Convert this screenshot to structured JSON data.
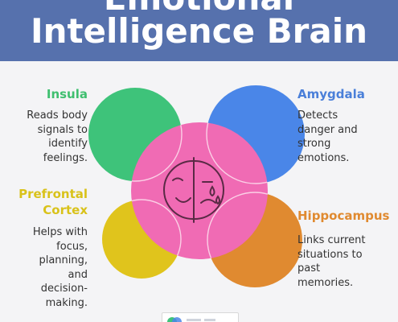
{
  "title": {
    "line1": "Emotional",
    "line2": "Intelligence Brain"
  },
  "regions": {
    "insula": {
      "label": "Insula",
      "description": "Reads body\nsignals to\nidentify\nfeelings.",
      "color": "#3ec37a"
    },
    "amygdala": {
      "label": "Amygdala",
      "description": "Detects\ndanger and\nstrong\nemotions.",
      "color": "#4a86e8"
    },
    "prefrontal": {
      "label_line1": "Prefrontal",
      "label_line2": "Cortex",
      "description": "Helps with\nfocus,\nplanning,\nand\ndecision-\nmaking.",
      "color": "#e0c41c"
    },
    "hippocampus": {
      "label": "Hippocampus",
      "description": "Links current\nsituations to\npast\nmemories.",
      "color": "#e08a30"
    },
    "center": {
      "color": "#f06bb4",
      "icon": "happy-sad-face-icon"
    }
  },
  "colors": {
    "banner": "#5671ad",
    "background": "#f4f4f6"
  }
}
